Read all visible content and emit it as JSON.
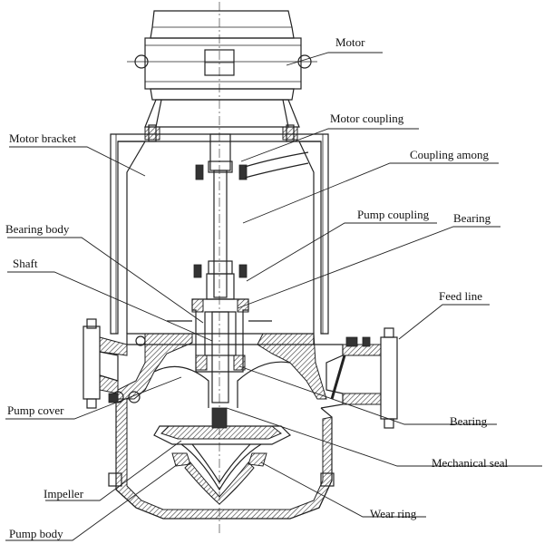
{
  "labels": {
    "motor": "Motor",
    "motor_coupling": "Motor coupling",
    "motor_bracket": "Motor bracket",
    "coupling_among": "Coupling among",
    "pump_coupling": "Pump coupling",
    "bearing_body": "Bearing body",
    "bearing_top": "Bearing",
    "shaft": "Shaft",
    "feed_line": "Feed line",
    "pump_cover": "Pump cover",
    "bearing_bottom": "Bearing",
    "mechanical_seal": "Mechanical seal",
    "impeller": "Impeller",
    "wear_ring": "Wear ring",
    "pump_body": "Pump body"
  }
}
